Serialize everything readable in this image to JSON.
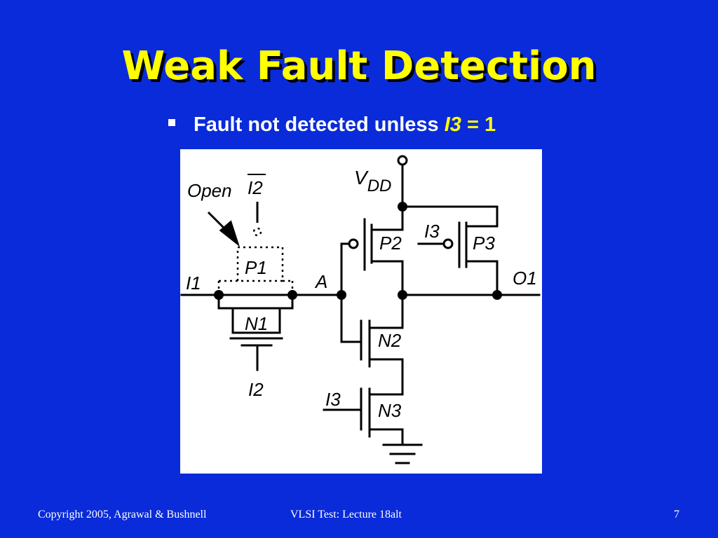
{
  "slide": {
    "title": "Weak Fault Detection",
    "bullet": {
      "text": "Fault not detected unless ",
      "var": "I3",
      "eq": " = ",
      "value": "1"
    }
  },
  "diagram": {
    "labels": {
      "open": "Open",
      "i2_bar": "I2",
      "p1": "P1",
      "i1": "I1",
      "n1": "N1",
      "i2": "I2",
      "a": "A",
      "vdd_v": "V",
      "vdd_sub": "DD",
      "p2": "P2",
      "i3_top": "I3",
      "p3": "P3",
      "o1": "O1",
      "n2": "N2",
      "i3_bottom": "I3",
      "n3": "N3"
    }
  },
  "footer": {
    "copyright": "Copyright 2005, Agrawal & Bushnell",
    "course": "VLSI Test: Lecture 18alt",
    "page": "7"
  },
  "colors": {
    "background": "#0a2bd9",
    "title": "#ffff00",
    "text": "#ffffff",
    "highlight": "#ffff00"
  }
}
